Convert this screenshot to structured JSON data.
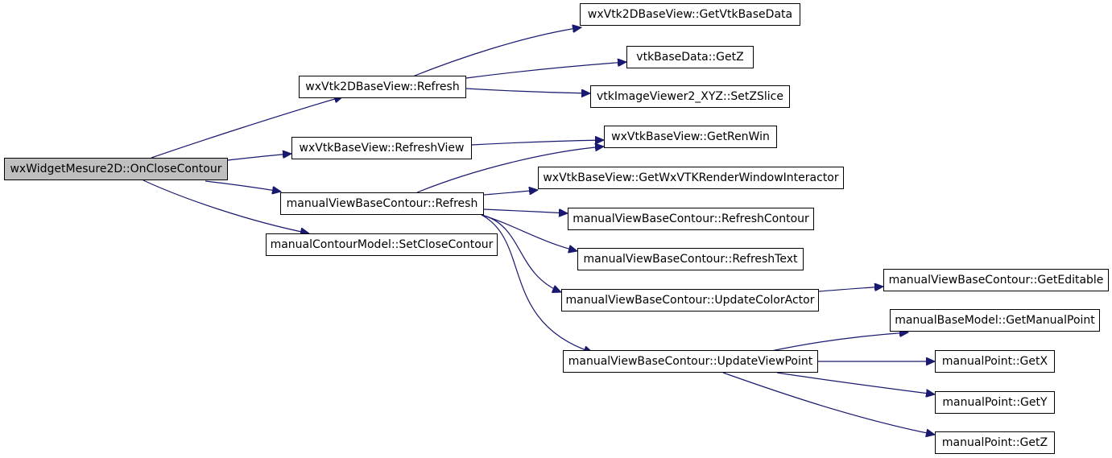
{
  "graph": {
    "edge_color": "#191970",
    "root_fill": "#bfbfbf",
    "nodes": {
      "root": "wxWidgetMesure2D::OnCloseContour",
      "wx2d_refresh": "wxVtk2DBaseView::Refresh",
      "wx_refreshview": "wxVtkBaseView::RefreshView",
      "mvbc_refresh": "manualViewBaseContour::Refresh",
      "mcm_setclose": "manualContourModel::SetCloseContour",
      "wx2d_getbasedata": "wxVtk2DBaseView::GetVtkBaseData",
      "vbd_getz": "vtkBaseData::GetZ",
      "viv_setzslice": "vtkImageViewer2_XYZ::SetZSlice",
      "wx_getrenwin": "wxVtkBaseView::GetRenWin",
      "wx_getinteractor": "wxVtkBaseView::GetWxVTKRenderWindowInteractor",
      "mvbc_refreshcontour": "manualViewBaseContour::RefreshContour",
      "mvbc_refreshtext": "manualViewBaseContour::RefreshText",
      "mvbc_updatecolor": "manualViewBaseContour::UpdateColorActor",
      "mvbc_updateviewpoint": "manualViewBaseContour::UpdateViewPoint",
      "mvbc_geteditable": "manualViewBaseContour::GetEditable",
      "mbm_getmanualpoint": "manualBaseModel::GetManualPoint",
      "mp_getx": "manualPoint::GetX",
      "mp_gety": "manualPoint::GetY",
      "mp_getz": "manualPoint::GetZ"
    }
  }
}
